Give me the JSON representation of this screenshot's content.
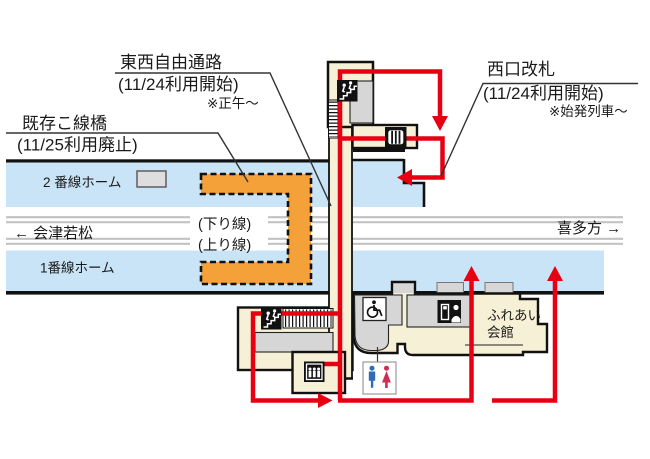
{
  "labels": {
    "new_passage": {
      "name": "東西自由通路",
      "date": "(11/24利用開始)",
      "note": "※正午〜"
    },
    "west_gate": {
      "name": "西口改札",
      "date": "(11/24利用開始)",
      "note": "※始発列車〜"
    },
    "old_bridge": {
      "name": "既存こ線橋",
      "date": "(11/25利用廃止)"
    },
    "platform_2": "2 番線ホーム",
    "platform_1": "1番線ホーム",
    "track_down": "(下り線)",
    "track_up": "(上り線)",
    "dest_left": "← 会津若松",
    "dest_right": "喜多方 →",
    "hall": {
      "line1": "ふれあい",
      "line2": "会館"
    }
  },
  "icons": {
    "stairs_north": "stairs-icon",
    "stairs_south": "stairs-icon",
    "elevator": "elevator-icon",
    "ticket_gate": "ticket-gate-icon",
    "ticket_office": "ticket-office-icon",
    "wheelchair": "wheelchair-icon",
    "toilet": "toilet-icon"
  },
  "colors": {
    "platform_blue": "#C9E4F6",
    "building_cream": "#F5F0D6",
    "old_bridge_orange": "#F4A139",
    "route_red": "#E60012",
    "track_gray": "#C2C2C2",
    "area_gray": "#D6D6D6",
    "line_black": "#111111",
    "toilet_man_blue": "#2E6CB5",
    "toilet_woman_red": "#CD2F52"
  }
}
